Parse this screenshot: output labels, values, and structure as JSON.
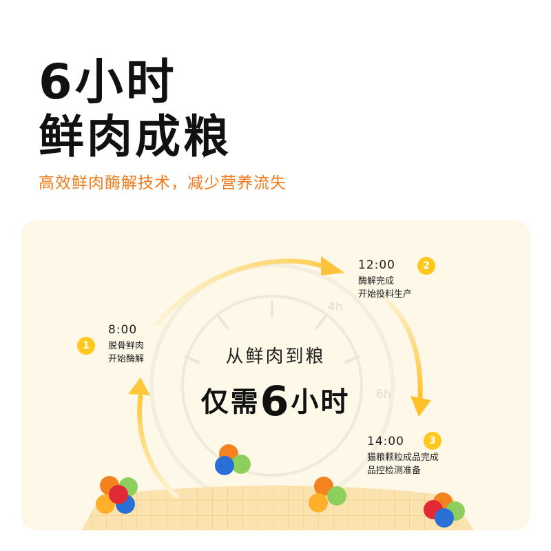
{
  "header": {
    "title_line1": "6小时",
    "title_line2": "鲜肉成粮",
    "subtitle": "高效鲜肉酶解技术，减少营养流失"
  },
  "center": {
    "line1": "从鲜肉到粮",
    "line2_prefix": "仅需",
    "line2_number": "6",
    "line2_suffix": "小时"
  },
  "clock_labels": {
    "h4": "4h",
    "h6": "6h"
  },
  "steps": [
    {
      "badge": "1",
      "time": "8:00",
      "lines": [
        "脱骨鲜肉",
        "开始酶解"
      ]
    },
    {
      "badge": "2",
      "time": "12:00",
      "lines": [
        "酶解完成",
        "开始投料生产"
      ]
    },
    {
      "badge": "3",
      "time": "14:00",
      "lines": [
        "猫粮颗粒成品完成",
        "品控检测准备"
      ]
    }
  ],
  "colors": {
    "accent_orange": "#f07a1a",
    "badge_yellow": "#ffc81e",
    "panel_bg": "#fdf8e8",
    "arc_yellow": "#ffc83c"
  }
}
